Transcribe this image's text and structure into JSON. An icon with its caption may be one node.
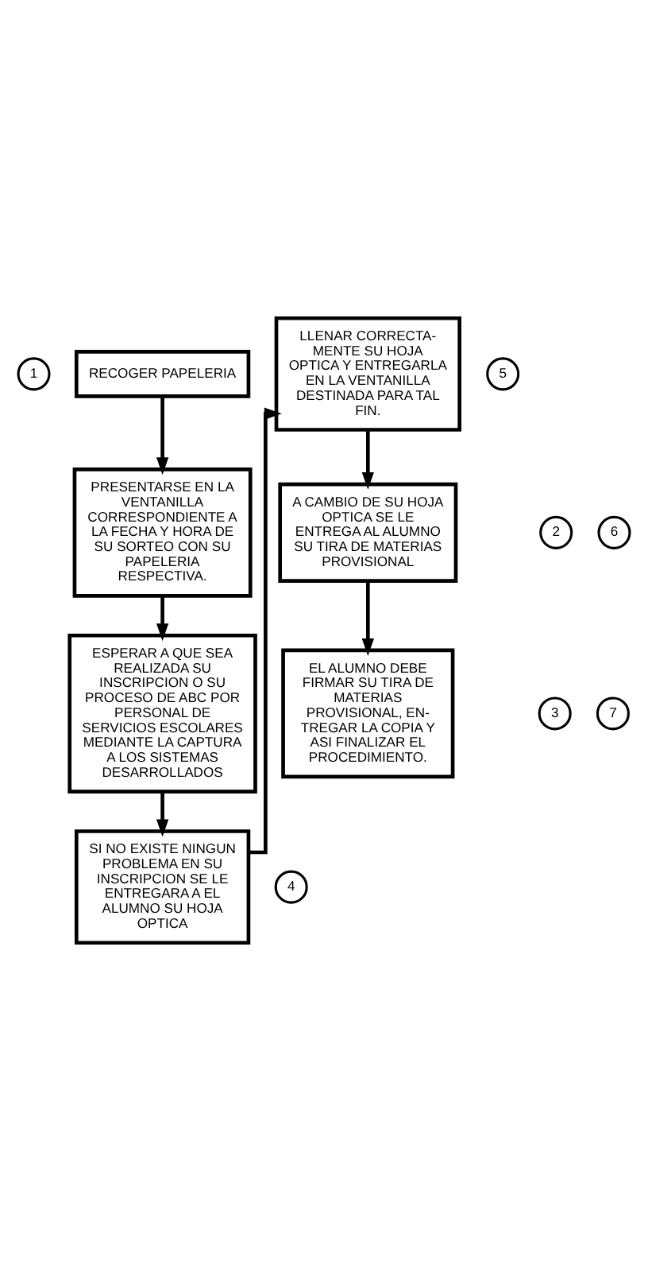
{
  "diagram": {
    "nodes": [
      {
        "text": [
          "1"
        ]
      },
      {
        "text": [
          "RECOGER PAPELERIA"
        ]
      },
      {
        "text": [
          "2"
        ]
      },
      {
        "text": [
          "PRESENTARSE EN LA VENTANILLA CORRESPONDIENTE A LA FECHA Y HORA DE SU SORTEO CON SU PAPELERIA RESPECTIVA."
        ]
      },
      {
        "text": [
          "3"
        ]
      },
      {
        "text": [
          "ESPERAR A QUE SEA REALIZADA SU INSCRIPCION O SU PROCESO DE ABC POR PERSONAL DE SERVICIOS ESCOLARES MEDIANTE LA CAPTURA A LOS SISTEMAS DESARROLLADOS"
        ]
      },
      {
        "text": [
          "4"
        ]
      },
      {
        "text": [
          "SI NO EXISTE NINGUN PROBLEMA EN SU INSCRIPCION SE LE ENTREGARA A EL ALUMNO SU HOJA OPTICA"
        ]
      },
      {
        "text": [
          "5"
        ]
      },
      {
        "text": [
          "LLENAR CORRECTA- MENTE SU HOJA OPTICA Y ENTREGARLA EN LA VENTANILLA DESTINADA PARA TAL FIN."
        ]
      },
      {
        "text": [
          "6"
        ]
      },
      {
        "text": [
          "A CAMBIO DE SU HOJA OPTICA SE LE ENTREGA AL ALUMNO SU TIRA DE MATERIAS PROVISIONAL"
        ]
      },
      {
        "text": [
          "7"
        ]
      },
      {
        "text": [
          "EL ALUMNO DEBE FIRMAR SU TIRA DE MATERIAS PROVISIONAL, EN- TREGAR LA COPIA Y ASI FINALIZAR EL PROCEDIMIENTO."
        ]
      }
    ],
    "edges": [
      {
        "from": 1,
        "to": 3,
        "arrow": "to"
      },
      {
        "from": 3,
        "to": 5,
        "arrow": "to"
      },
      {
        "from": 5,
        "to": 7,
        "arrow": "to"
      },
      {
        "from": 7,
        "to": 9,
        "arrow": "to"
      },
      {
        "from": 9,
        "to": 11,
        "arrow": "to"
      },
      {
        "from": 11,
        "to": 13,
        "arrow": "to"
      }
    ]
  }
}
